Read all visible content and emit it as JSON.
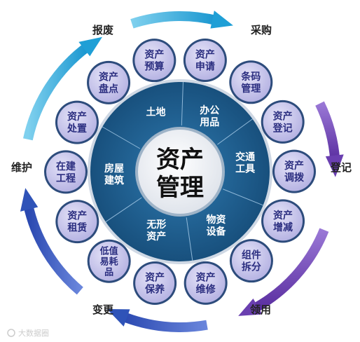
{
  "center": {
    "line1": "资产",
    "line2": "管理"
  },
  "categories": [
    {
      "lines": [
        "土地"
      ]
    },
    {
      "lines": [
        "办公",
        "用品"
      ]
    },
    {
      "lines": [
        "交通",
        "工具"
      ]
    },
    {
      "lines": [
        "物资",
        "设备"
      ]
    },
    {
      "lines": [
        "无形",
        "资产"
      ]
    },
    {
      "lines": [
        "房屋",
        "建筑"
      ]
    }
  ],
  "processes": [
    {
      "lines": [
        "资产",
        "预算"
      ]
    },
    {
      "lines": [
        "资产",
        "申请"
      ]
    },
    {
      "lines": [
        "条码",
        "管理"
      ]
    },
    {
      "lines": [
        "资产",
        "登记"
      ]
    },
    {
      "lines": [
        "资产",
        "调拨"
      ]
    },
    {
      "lines": [
        "资产",
        "增减"
      ]
    },
    {
      "lines": [
        "组件",
        "拆分"
      ]
    },
    {
      "lines": [
        "资产",
        "维修"
      ]
    },
    {
      "lines": [
        "资产",
        "保养"
      ]
    },
    {
      "lines": [
        "低值",
        "易耗",
        "品"
      ]
    },
    {
      "lines": [
        "资产",
        "租赁"
      ]
    },
    {
      "lines": [
        "在建",
        "工程"
      ]
    },
    {
      "lines": [
        "资产",
        "处置"
      ]
    },
    {
      "lines": [
        "资产",
        "盘点"
      ]
    }
  ],
  "stages": [
    "采购",
    "登记",
    "领用",
    "变更",
    "维护",
    "报废"
  ],
  "watermark": "大数据圈",
  "colors": {
    "ring_dark": "#1d5f8e",
    "ring_light": "#3a86b8",
    "circle_fill": "#c9c7ec",
    "circle_edge": "#2d4c7c",
    "arrow_cyan": "#1f9fd6",
    "arrow_purple": "#6a3fb0",
    "arrow_blue": "#2f53b8"
  },
  "icons": [
    "watermark-logo-icon",
    "arrow-cycle-icon"
  ]
}
